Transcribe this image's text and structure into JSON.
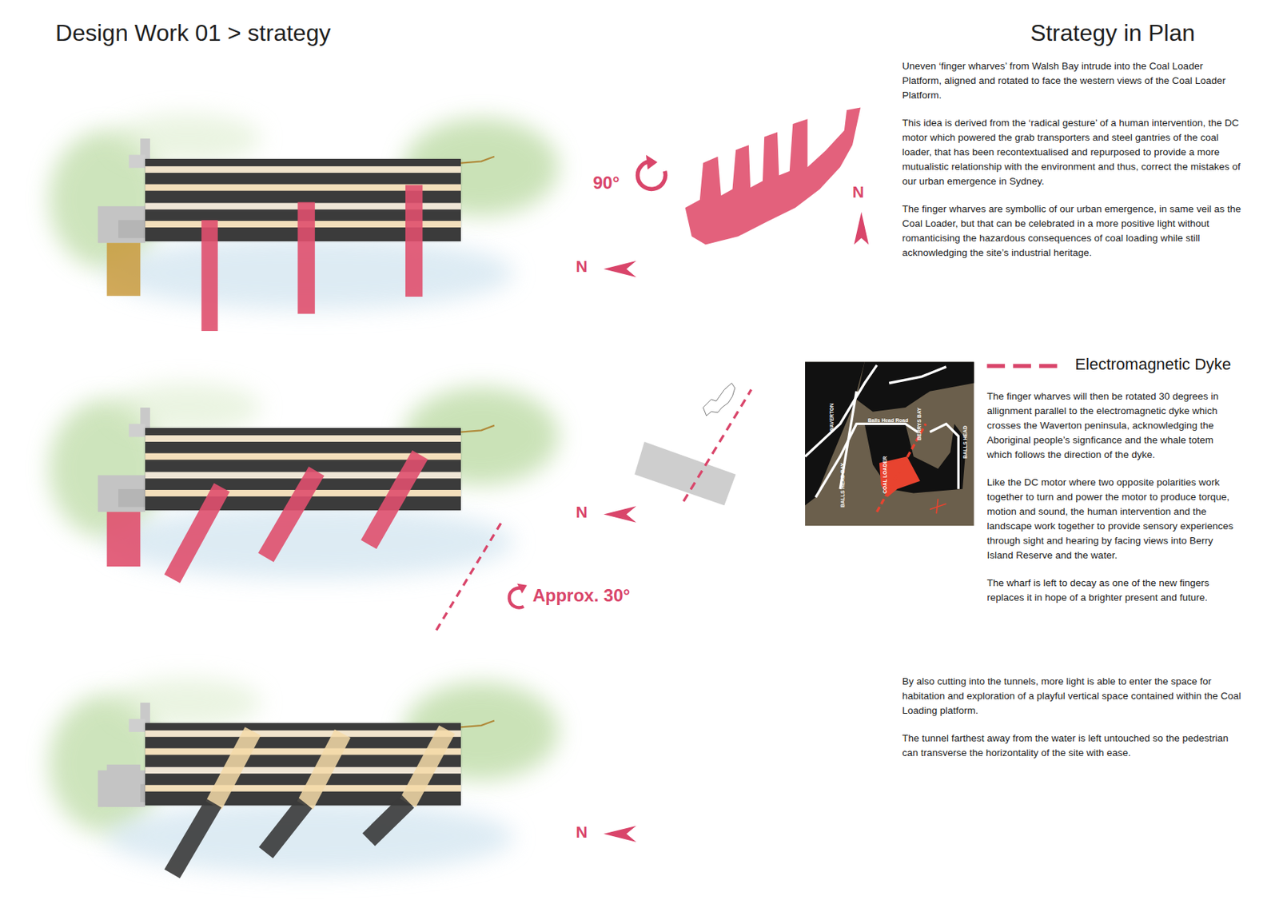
{
  "diagram": {
    "title": "Design Work 01 > strategy",
    "labels": [
      "Strategy in Plan",
      "Uneven ‘finger wharves’ from Walsh Bay intrude into the Coal Loader Platform, aligned and rotated to face the western views of the Coal Loader Platform.",
      "This idea is derived from the ‘radical gesture’ of a human intervention, the DC motor which powered the grab transporters and steel gantries of the coal loader, that has been recontextualised and repurposed to provide a more mutualistic relationship with the environment and thus, correct the mistakes of our urban emergence in Sydney.",
      "The finger wharves are symbollic of our urban emergence, in same veil as the Coal Loader, but that can be celebrated in a more positive light without romanticising the hazardous consequences of coal loading while still acknowledging the site’s industrial heritage.",
      "90°",
      "N",
      "N",
      "The finger wharves will then be rotated 30 degrees in allignment parallel to the electromagnetic dyke which crosses the Waverton peninsula, acknowledging the Aboriginal people’s signficance and the whale totem which follows the direction of the dyke.",
      "Like the DC motor where two opposite polarities work together to turn and power the motor to produce torque, motion and sound, the human intervention and the landscape work together to provide sensory experiences through sight and hearing by facing views into Berry Island Reserve and the water.",
      "The wharf is left to decay as one of the new fingers replaces it in hope of a brighter present and future.",
      "N",
      "Approx. 30°",
      "By also cutting into the tunnels, more light is able to enter the space for habitation and exploration of a playful vertical space contained within the Coal Loading platform.",
      "The tunnel farthest away from the water is left untouched so the pedestrian can transverse the horizontality of the site with ease.",
      "N",
      "WAVERTON",
      "BERRYS BAY",
      "BALLS HEAD",
      "BALLS HEAD BAY",
      "COAL LOADER",
      "Balls Head Road"
    ],
    "legend": [
      {
        "text": "Electromagnetic Dyke"
      }
    ]
  }
}
